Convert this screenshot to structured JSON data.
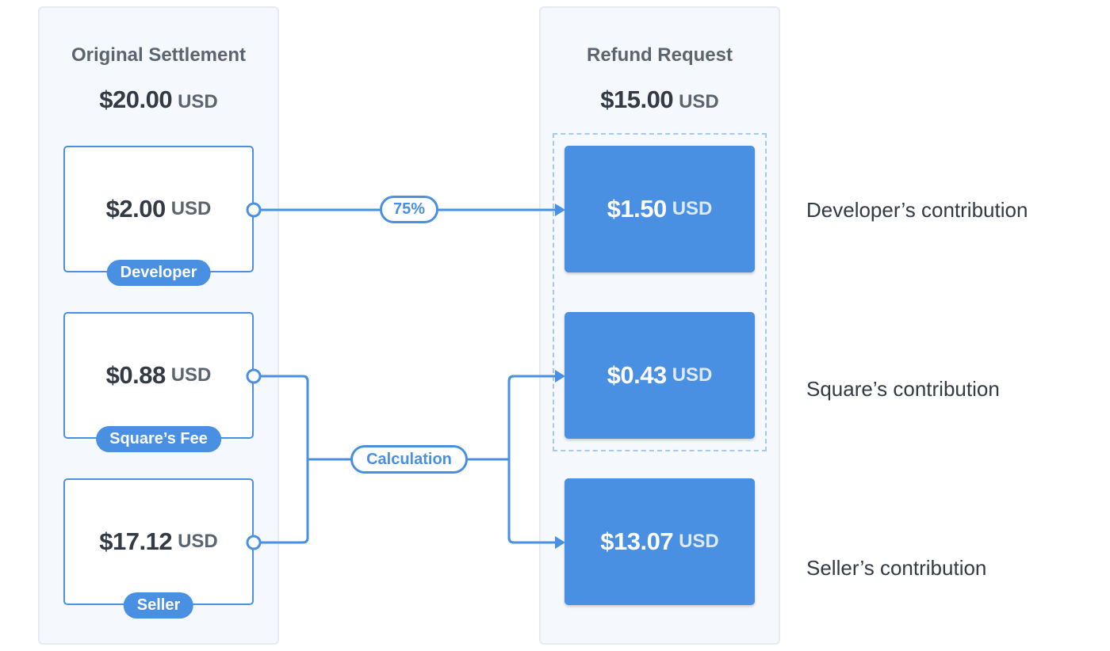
{
  "colors": {
    "accent": "#4a90e2",
    "panel_bg": "#f5f8fc",
    "panel_border": "#e6ebf2",
    "text_dark": "#323a45",
    "text_muted": "#5b6570"
  },
  "original": {
    "title": "Original Settlement",
    "total": {
      "amount": "$20.00",
      "currency": "USD"
    },
    "items": [
      {
        "amount": "$2.00",
        "currency": "USD",
        "tag": "Developer"
      },
      {
        "amount": "$0.88",
        "currency": "USD",
        "tag": "Square’s Fee"
      },
      {
        "amount": "$17.12",
        "currency": "USD",
        "tag": "Seller"
      }
    ]
  },
  "refund": {
    "title": "Refund Request",
    "total": {
      "amount": "$15.00",
      "currency": "USD"
    },
    "items": [
      {
        "amount": "$1.50",
        "currency": "USD"
      },
      {
        "amount": "$0.43",
        "currency": "USD"
      },
      {
        "amount": "$13.07",
        "currency": "USD"
      }
    ]
  },
  "connectors": {
    "percent_label": "75%",
    "calculation_label": "Calculation"
  },
  "contributions": [
    "Developer’s contribution",
    "Square’s contribution",
    "Seller’s contribution"
  ]
}
